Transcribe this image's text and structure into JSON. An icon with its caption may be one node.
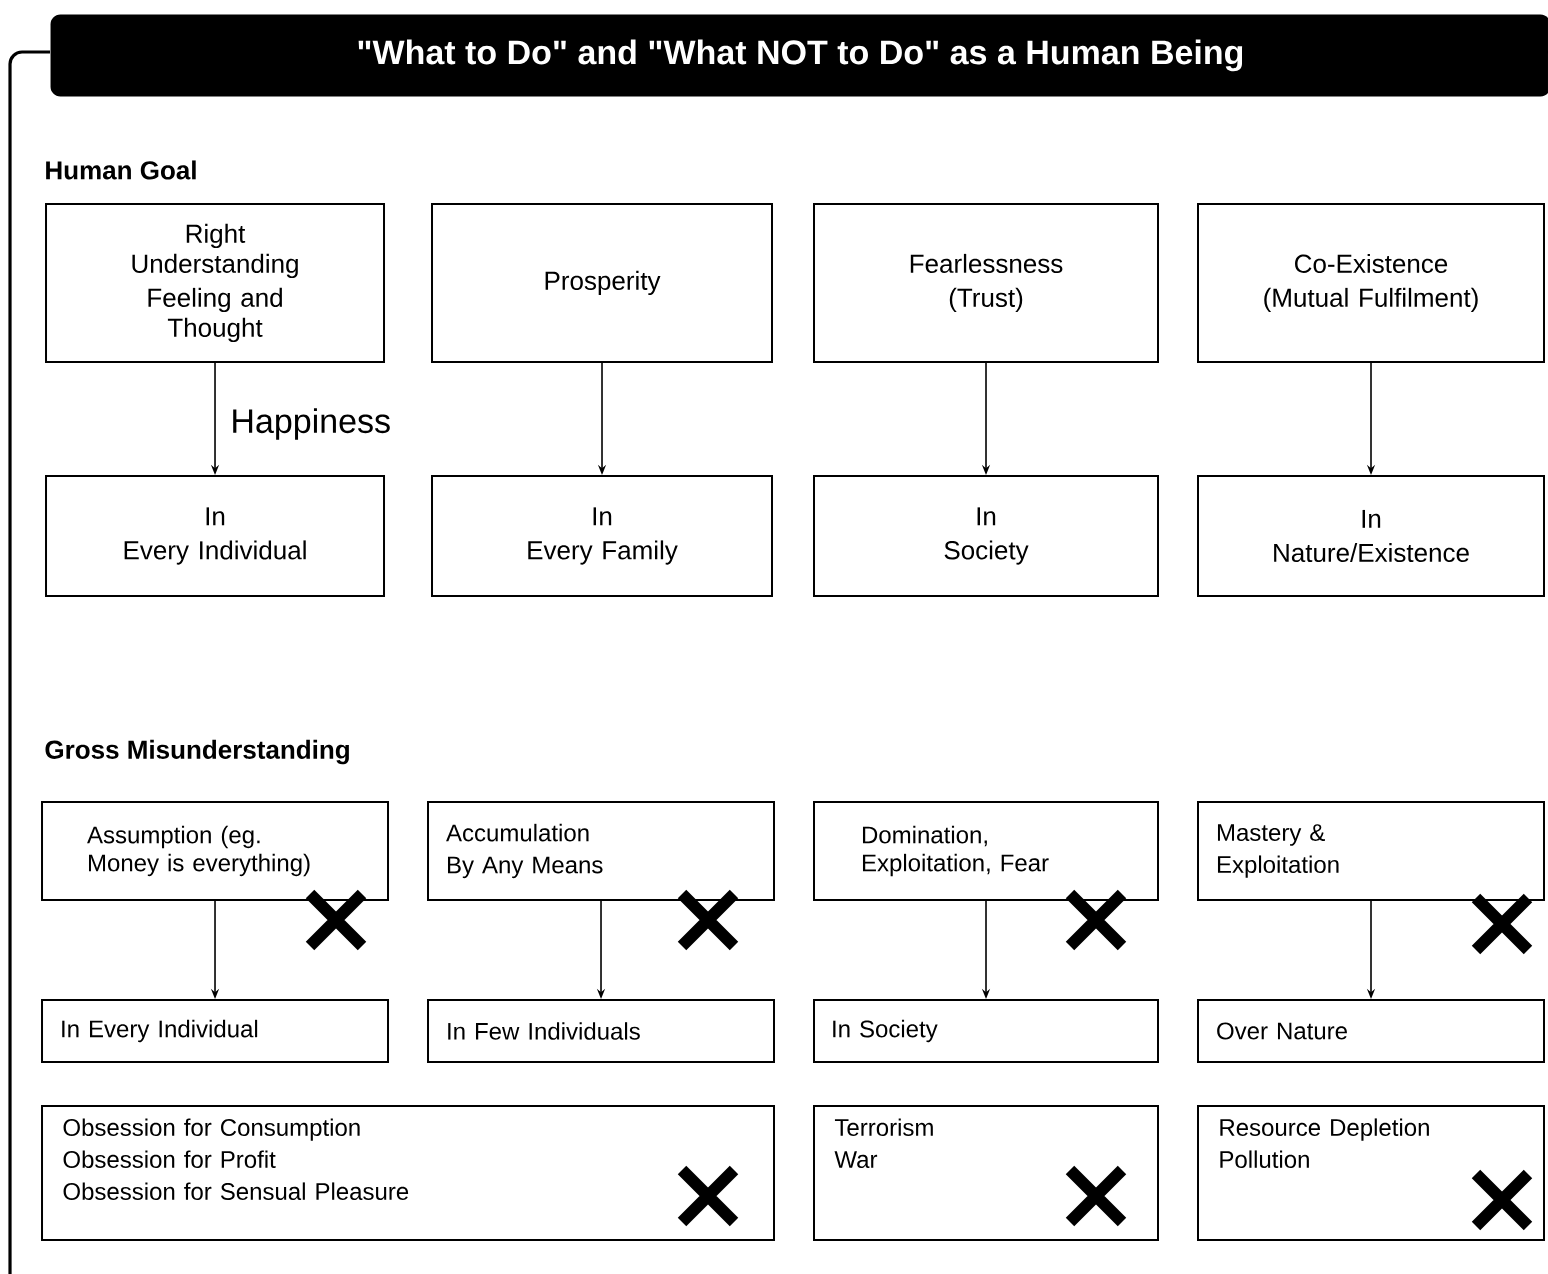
{
  "diagram": {
    "title": "\"What to Do\" and \"What NOT to Do\" as a Human Being",
    "nodes": [
      {
        "text": [
          "Right Understanding",
          "Feeling and Thought"
        ]
      },
      {
        "text": [
          "Prosperity"
        ]
      },
      {
        "text": [
          "Fearlessness",
          "(Trust)"
        ]
      },
      {
        "text": [
          "Co-Existence",
          "(Mutual Fulfilment)"
        ]
      },
      {
        "text": [
          "In",
          "Every Individual"
        ]
      },
      {
        "text": [
          "In",
          "Every Family"
        ]
      },
      {
        "text": [
          "In",
          "Society"
        ]
      },
      {
        "text": [
          "In",
          "Nature/Existence"
        ]
      },
      {
        "text": [
          "Assumption (eg. Money is everything)"
        ]
      },
      {
        "text": [
          "Accumulation",
          "By Any Means"
        ]
      },
      {
        "text": [
          "Domination, Exploitation, Fear"
        ]
      },
      {
        "text": [
          "Mastery &",
          "Exploitation"
        ]
      },
      {
        "text": [
          "In Every Individual"
        ]
      },
      {
        "text": [
          "In Few Individuals"
        ]
      },
      {
        "text": [
          "In Society"
        ]
      },
      {
        "text": [
          "Over Nature"
        ]
      },
      {
        "text": [
          "Obsession for Consumption",
          "Obsession for Profit",
          "Obsession for Sensual Pleasure"
        ]
      },
      {
        "text": [
          "Terrorism",
          "War"
        ]
      },
      {
        "text": [
          "Resource Depletion",
          "Pollution"
        ]
      }
    ],
    "edges": [
      {
        "from": 0,
        "to": 4,
        "arrow": "to"
      },
      {
        "from": 1,
        "to": 5,
        "arrow": "to"
      },
      {
        "from": 2,
        "to": 6,
        "arrow": "to"
      },
      {
        "from": 3,
        "to": 7,
        "arrow": "to"
      },
      {
        "from": 8,
        "to": 12,
        "arrow": "to"
      },
      {
        "from": 9,
        "to": 13,
        "arrow": "to"
      },
      {
        "from": 10,
        "to": 14,
        "arrow": "to"
      },
      {
        "from": 11,
        "to": 15,
        "arrow": "to"
      }
    ],
    "labels": [
      "Human Goal",
      "Happiness",
      "Gross Misunderstanding"
    ]
  }
}
